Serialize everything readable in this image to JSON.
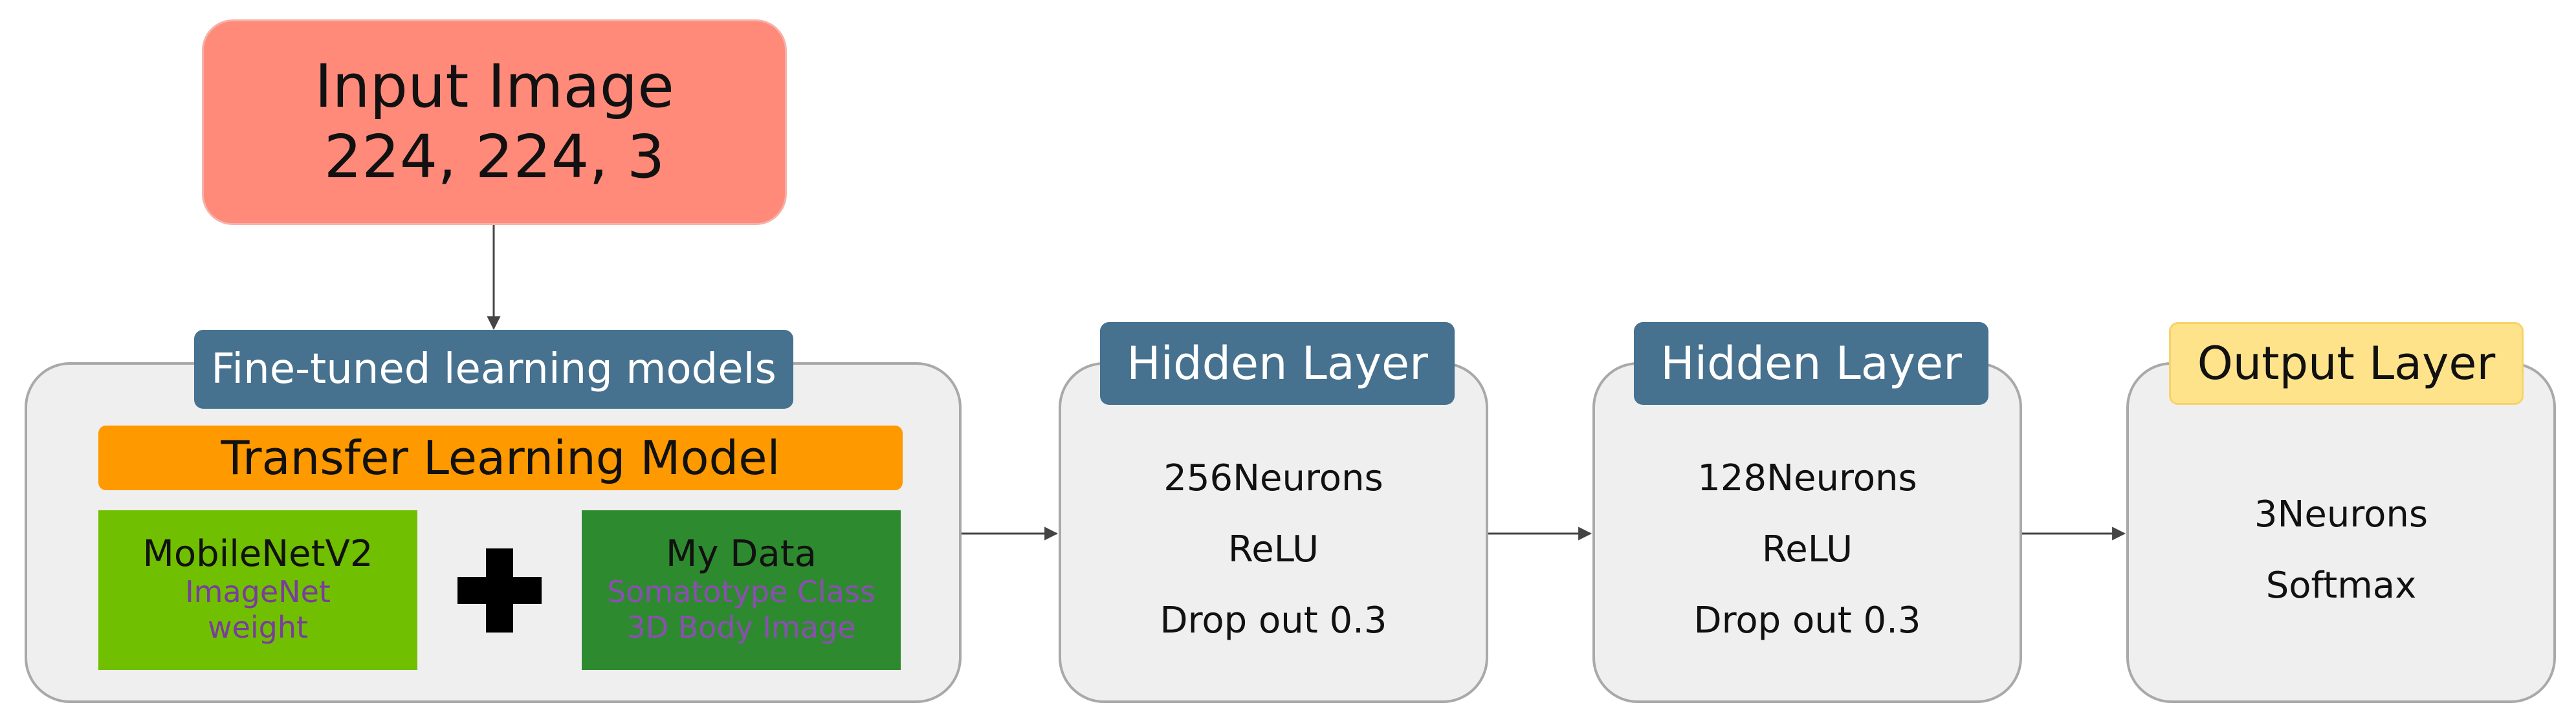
{
  "input": {
    "title": "Input Image",
    "shape": "224, 224, 3"
  },
  "fine_tuned": {
    "label": "Fine-tuned learning models",
    "transfer_label": "Transfer Learning Model",
    "mobilenet": {
      "title": "MobileNetV2",
      "line1": "ImageNet",
      "line2": "weight"
    },
    "mydata": {
      "title": "My Data",
      "line1": "Somatotype Class",
      "line2": "3D Body Image"
    }
  },
  "hidden1": {
    "label": "Hidden Layer",
    "neurons": "256Neurons",
    "activation": "ReLU",
    "dropout": "Drop out 0.3"
  },
  "hidden2": {
    "label": "Hidden Layer",
    "neurons": "128Neurons",
    "activation": "ReLU",
    "dropout": "Drop out 0.3"
  },
  "output": {
    "label": "Output Layer",
    "neurons": "3Neurons",
    "activation": "Softmax"
  },
  "colors": {
    "input": "#ff8a7a",
    "tag_blue": "#46718f",
    "tag_yellow": "#ffe38a",
    "transfer": "#ff9900",
    "mobilenet": "#70bf00",
    "mydata": "#2e8a2e",
    "panel": "#efefef"
  },
  "icons": {
    "plus": "plus-icon",
    "arrow": "arrow-right-icon"
  }
}
